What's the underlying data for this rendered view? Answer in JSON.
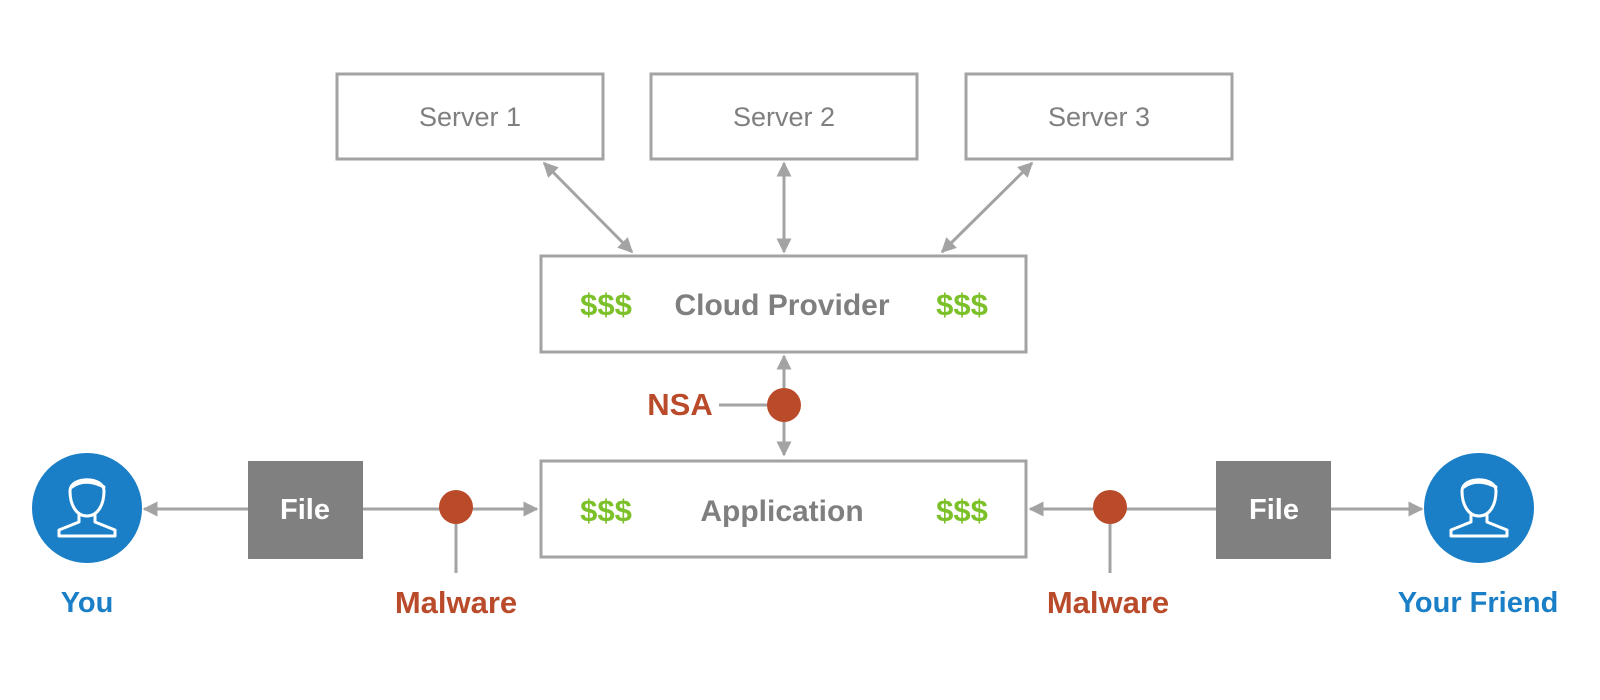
{
  "servers": [
    "Server 1",
    "Server 2",
    "Server 3"
  ],
  "cloud": {
    "label": "Cloud Provider",
    "money_left": "$$$",
    "money_right": "$$$"
  },
  "application": {
    "label": "Application",
    "money_left": "$$$",
    "money_right": "$$$"
  },
  "nsa_label": "NSA",
  "file_label": "File",
  "malware_label": "Malware",
  "you_label": "You",
  "friend_label": "Your Friend",
  "colors": {
    "box_stroke": "#a3a3a3",
    "text_gray": "#7f7f7f",
    "money_green": "#7cc02a",
    "threat_red": "#b94b2b",
    "user_blue": "#1a7fc7",
    "file_gray": "#808080"
  },
  "icons": [
    "user-icon"
  ]
}
